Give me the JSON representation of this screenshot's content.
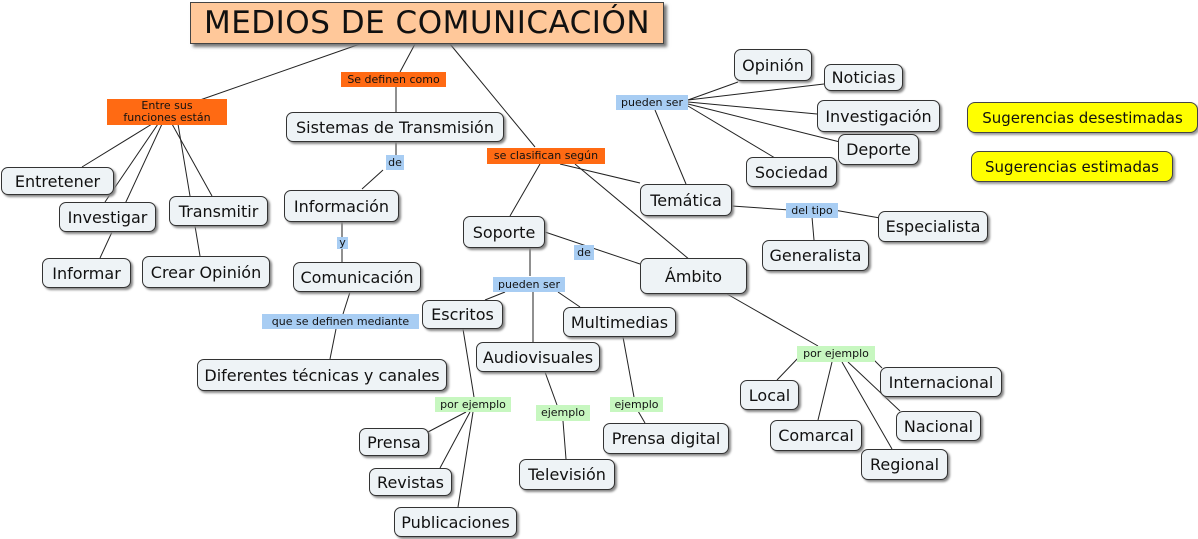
{
  "title": "MEDIOS DE COMUNICACIÓN",
  "concepts": {
    "sistemas": "Sistemas de Transmisión",
    "informacion": "Información",
    "comunicacion": "Comunicación",
    "diferentes": "Diferentes técnicas y canales",
    "entretener": "Entretener",
    "investigar": "Investigar",
    "transmitir": "Transmitir",
    "informar": "Informar",
    "crear_opinion": "Crear Opinión",
    "soporte": "Soporte",
    "ambito": "Ámbito",
    "tematica": "Temática",
    "escritos": "Escritos",
    "audiovisuales": "Audiovisuales",
    "multimedias": "Multimedias",
    "prensa": "Prensa",
    "revistas": "Revistas",
    "publicaciones": "Publicaciones",
    "television": "Televisión",
    "prensa_digital": "Prensa digital",
    "opinion": "Opinión",
    "noticias": "Noticias",
    "investigacion": "Investigación",
    "deporte": "Deporte",
    "sociedad": "Sociedad",
    "especialista": "Especialista",
    "generalista": "Generalista",
    "local": "Local",
    "comarcal": "Comarcal",
    "regional": "Regional",
    "internacional": "Internacional",
    "nacional": "Nacional"
  },
  "links": {
    "se_definen_como": "Se definen como",
    "funciones": "Entre sus funciones están",
    "se_clasifican": "se clasifican según",
    "de1": "de",
    "y": "y",
    "que_se_definen": "que se definen mediante",
    "pueden_ser1": "pueden ser",
    "de2": "de",
    "pueden_ser2": "pueden ser",
    "del_tipo": "del tipo",
    "por_ejemplo1": "por ejemplo",
    "ejemplo1": "ejemplo",
    "ejemplo2": "ejemplo",
    "por_ejemplo2": "por ejemplo"
  },
  "legend": {
    "desestimadas": "Sugerencias desestimadas",
    "estimadas": "Sugerencias estimadas"
  },
  "colors": {
    "title_fill": "#ffc89a",
    "concept_fill": "#eef3f6",
    "link_orange": "#ff6a13",
    "link_blue": "#a8cdf3",
    "link_green": "#c7f7c0",
    "legend_fill": "#ffff00"
  }
}
